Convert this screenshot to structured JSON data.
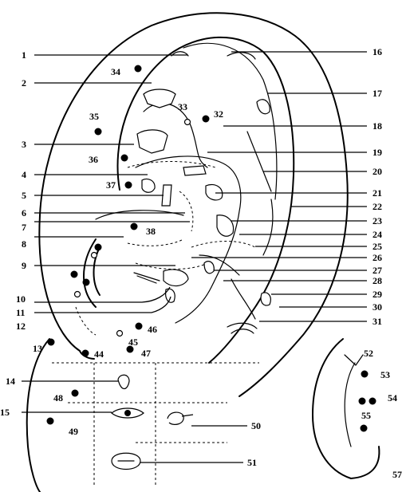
{
  "diagram": {
    "labels": {
      "l1": "1",
      "l2": "2",
      "l3": "3",
      "l4": "4",
      "l5": "5",
      "l6": "6",
      "l7": "7",
      "l8": "8",
      "l9": "9",
      "l10": "10",
      "l11": "11",
      "l12": "12",
      "l13": "13",
      "l14": "14",
      "l15": "15",
      "l16": "16",
      "l17": "17",
      "l18": "18",
      "l19": "19",
      "l20": "20",
      "l21": "21",
      "l22": "22",
      "l23": "23",
      "l24": "24",
      "l25": "25",
      "l26": "26",
      "l27": "27",
      "l28": "28",
      "l29": "29",
      "l30": "30",
      "l31": "31",
      "l32": "32",
      "l33": "33",
      "l34": "34",
      "l35": "35",
      "l36": "36",
      "l37": "37",
      "l38": "38",
      "l44": "44",
      "l45": "45",
      "l46": "46",
      "l47": "47",
      "l48": "48",
      "l49": "49",
      "l50": "50",
      "l51": "51",
      "l52": "52",
      "l53": "53",
      "l54": "54",
      "l55": "55",
      "l57": "57"
    }
  }
}
